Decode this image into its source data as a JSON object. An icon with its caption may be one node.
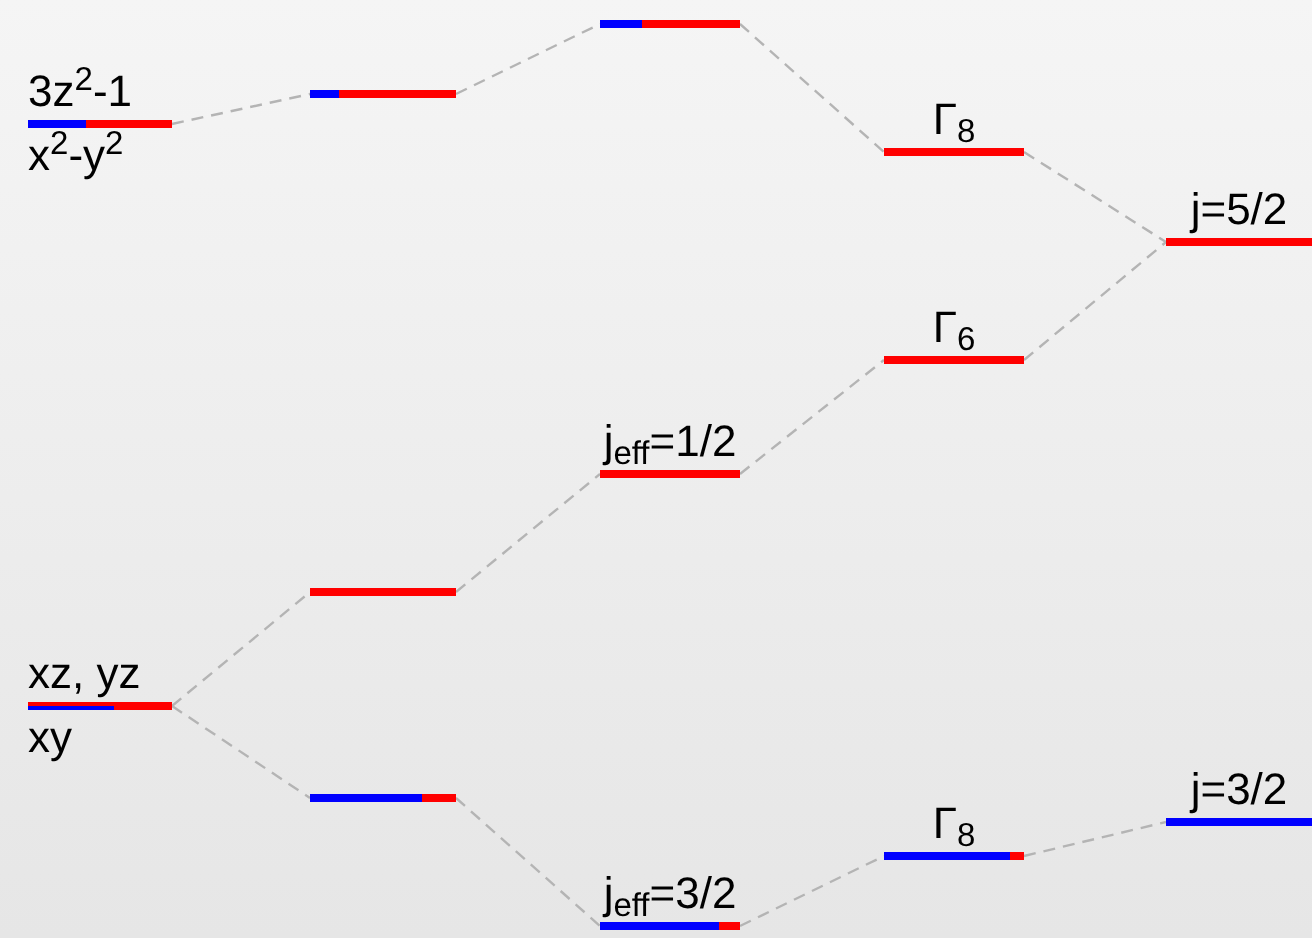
{
  "diagram": {
    "nodes": [
      {
        "text": [
          "3z$^{2}$-1",
          "x$^{2}$-y$^{2}$"
        ]
      },
      {
        "text": [],
        "shape": "bar"
      },
      {
        "text": [],
        "shape": "bar"
      },
      {
        "text": [
          "Γ$_{8}$"
        ]
      },
      {
        "text": [
          "j=5/2"
        ]
      },
      {
        "text": [
          "Γ$_{6}$"
        ]
      },
      {
        "text": [
          "j$_{eff}$=1/2"
        ]
      },
      {
        "text": [],
        "shape": "bar"
      },
      {
        "text": [
          "xz, yz",
          "xy"
        ]
      },
      {
        "text": [],
        "shape": "bar"
      },
      {
        "text": [
          "j$_{eff}$=3/2"
        ]
      },
      {
        "text": [
          "Γ$_{8}$"
        ]
      },
      {
        "text": [
          "j=3/2"
        ]
      }
    ],
    "edges": [
      {
        "from": 0,
        "to": 1,
        "arrow": "none"
      },
      {
        "from": 1,
        "to": 2,
        "arrow": "none"
      },
      {
        "from": 2,
        "to": 3,
        "arrow": "none"
      },
      {
        "from": 3,
        "to": 4,
        "arrow": "none"
      },
      {
        "from": 5,
        "to": 4,
        "arrow": "none"
      },
      {
        "from": 6,
        "to": 5,
        "arrow": "none"
      },
      {
        "from": 7,
        "to": 6,
        "arrow": "none"
      },
      {
        "from": 8,
        "to": 7,
        "arrow": "none"
      },
      {
        "from": 8,
        "to": 9,
        "arrow": "none"
      },
      {
        "from": 9,
        "to": 10,
        "arrow": "none"
      },
      {
        "from": 10,
        "to": 11,
        "arrow": "none"
      },
      {
        "from": 11,
        "to": 12,
        "arrow": "none"
      }
    ]
  }
}
